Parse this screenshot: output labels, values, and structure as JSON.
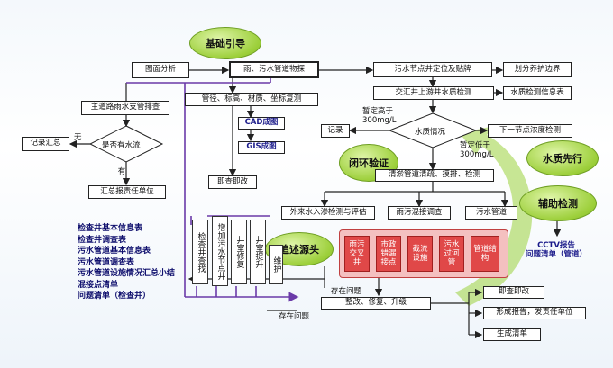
{
  "bubbles": {
    "basic": "基础引导",
    "closed_loop": "闭环验证",
    "water_first": "水质先行",
    "trace_source": "追述源头",
    "aux_detect": "辅助检测"
  },
  "boxes": {
    "drawing_analysis": "图面分析",
    "rain_sewage_survey": "雨、污水管道物探",
    "sewage_node_locate": "污水节点井定位及贴牌",
    "division_boundary": "划分养护边界",
    "main_road_check": "主道路雨水支管排查",
    "pipe_survey": "管径、标高、材质、坐标复测",
    "junction_water_test": "交汇井上游井水质检测",
    "water_quality_table": "水质检测信息表",
    "record": "记录",
    "next_node_test": "下一节点浓度检测",
    "record_summary": "记录汇总",
    "has_water": "是否有水流",
    "report_unit": "汇总报责任单位",
    "cad": "CAD成图",
    "gis": "GIS成图",
    "immediate_fix_1": "即查即改",
    "dredge": "清淤管道清疏、摸排、检测",
    "external_water": "外来水入渗检测与评估",
    "mix_check": "雨污混接调查",
    "sewage_pipe_cctv": "污水管道",
    "cctv_report": "CCTV报告",
    "issue_list_pipe": "问题清单（管道）",
    "existing_issue_1": "存在问题",
    "existing_issue_2": "存在问题",
    "rectify": "整改、修复、升级",
    "immediate_fix_2": "即查即改",
    "form_report": "形成报告，发责任单位",
    "gen_list": "生成清单"
  },
  "diamonds": {
    "has_water": "是否有水流",
    "quality": "水质情况"
  },
  "labels": {
    "no": "无",
    "yes": "有",
    "over_300": "暂定高于\n300mg/L",
    "below_300": "暂定低于\n300mg/L"
  },
  "vertical_boxes": [
    "检查井查找",
    "增加污水节点井",
    "井室修复",
    "井室提升",
    "维护"
  ],
  "red_boxes": [
    "雨污交叉井",
    "市政错漏接点",
    "截流设施",
    "污水过河管",
    "管道结构"
  ],
  "info_list": [
    "检查井基本信息表",
    "检查井调查表",
    "污水管道基本信息表",
    "污水管道调查表",
    "污水管道设施情况汇总小结",
    "混接点清单",
    "问题清单（检查井）"
  ]
}
